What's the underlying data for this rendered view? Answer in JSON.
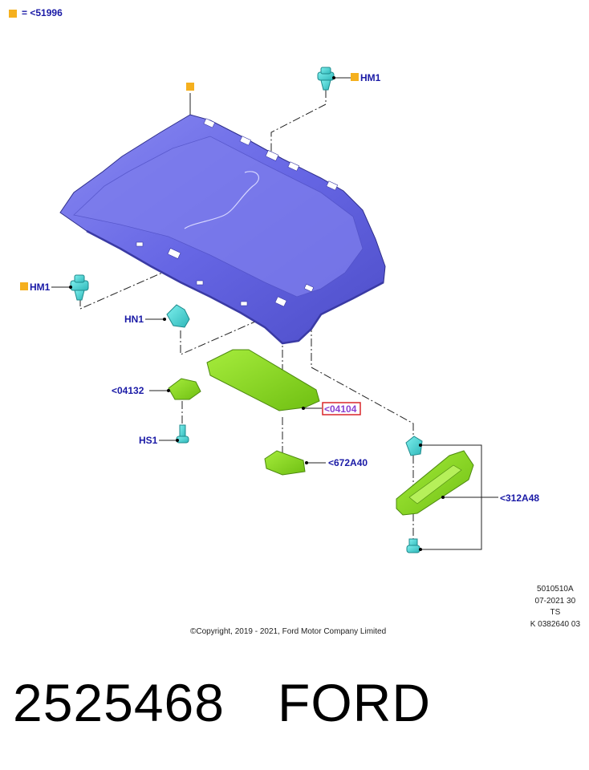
{
  "legend": {
    "equals": "=",
    "ref": "<51996",
    "key_color": "#f5b01e"
  },
  "callouts": {
    "hm1_top": "HM1",
    "hm1_left": "HM1",
    "hn1": "HN1",
    "c04132": "<04132",
    "hs1": "HS1",
    "c04104": "<04104",
    "c672a40": "<672A40",
    "c312a48": "<312A48"
  },
  "selected_callout": "<04104",
  "drawing_meta": {
    "code": "5010510A",
    "date": "07-2021 30",
    "ts": "TS",
    "ref": "K 0382640 03"
  },
  "copyright": "©Copyright, 2019 - 2021, Ford Motor Company Limited",
  "part_number": "2525468",
  "brand": "FORD",
  "colors": {
    "headliner": "#6a6ae6",
    "visor": "#8fdc1a",
    "clip": "#4fd8d8",
    "label": "#1a1aa6",
    "highlight_box": "#d9262a"
  }
}
